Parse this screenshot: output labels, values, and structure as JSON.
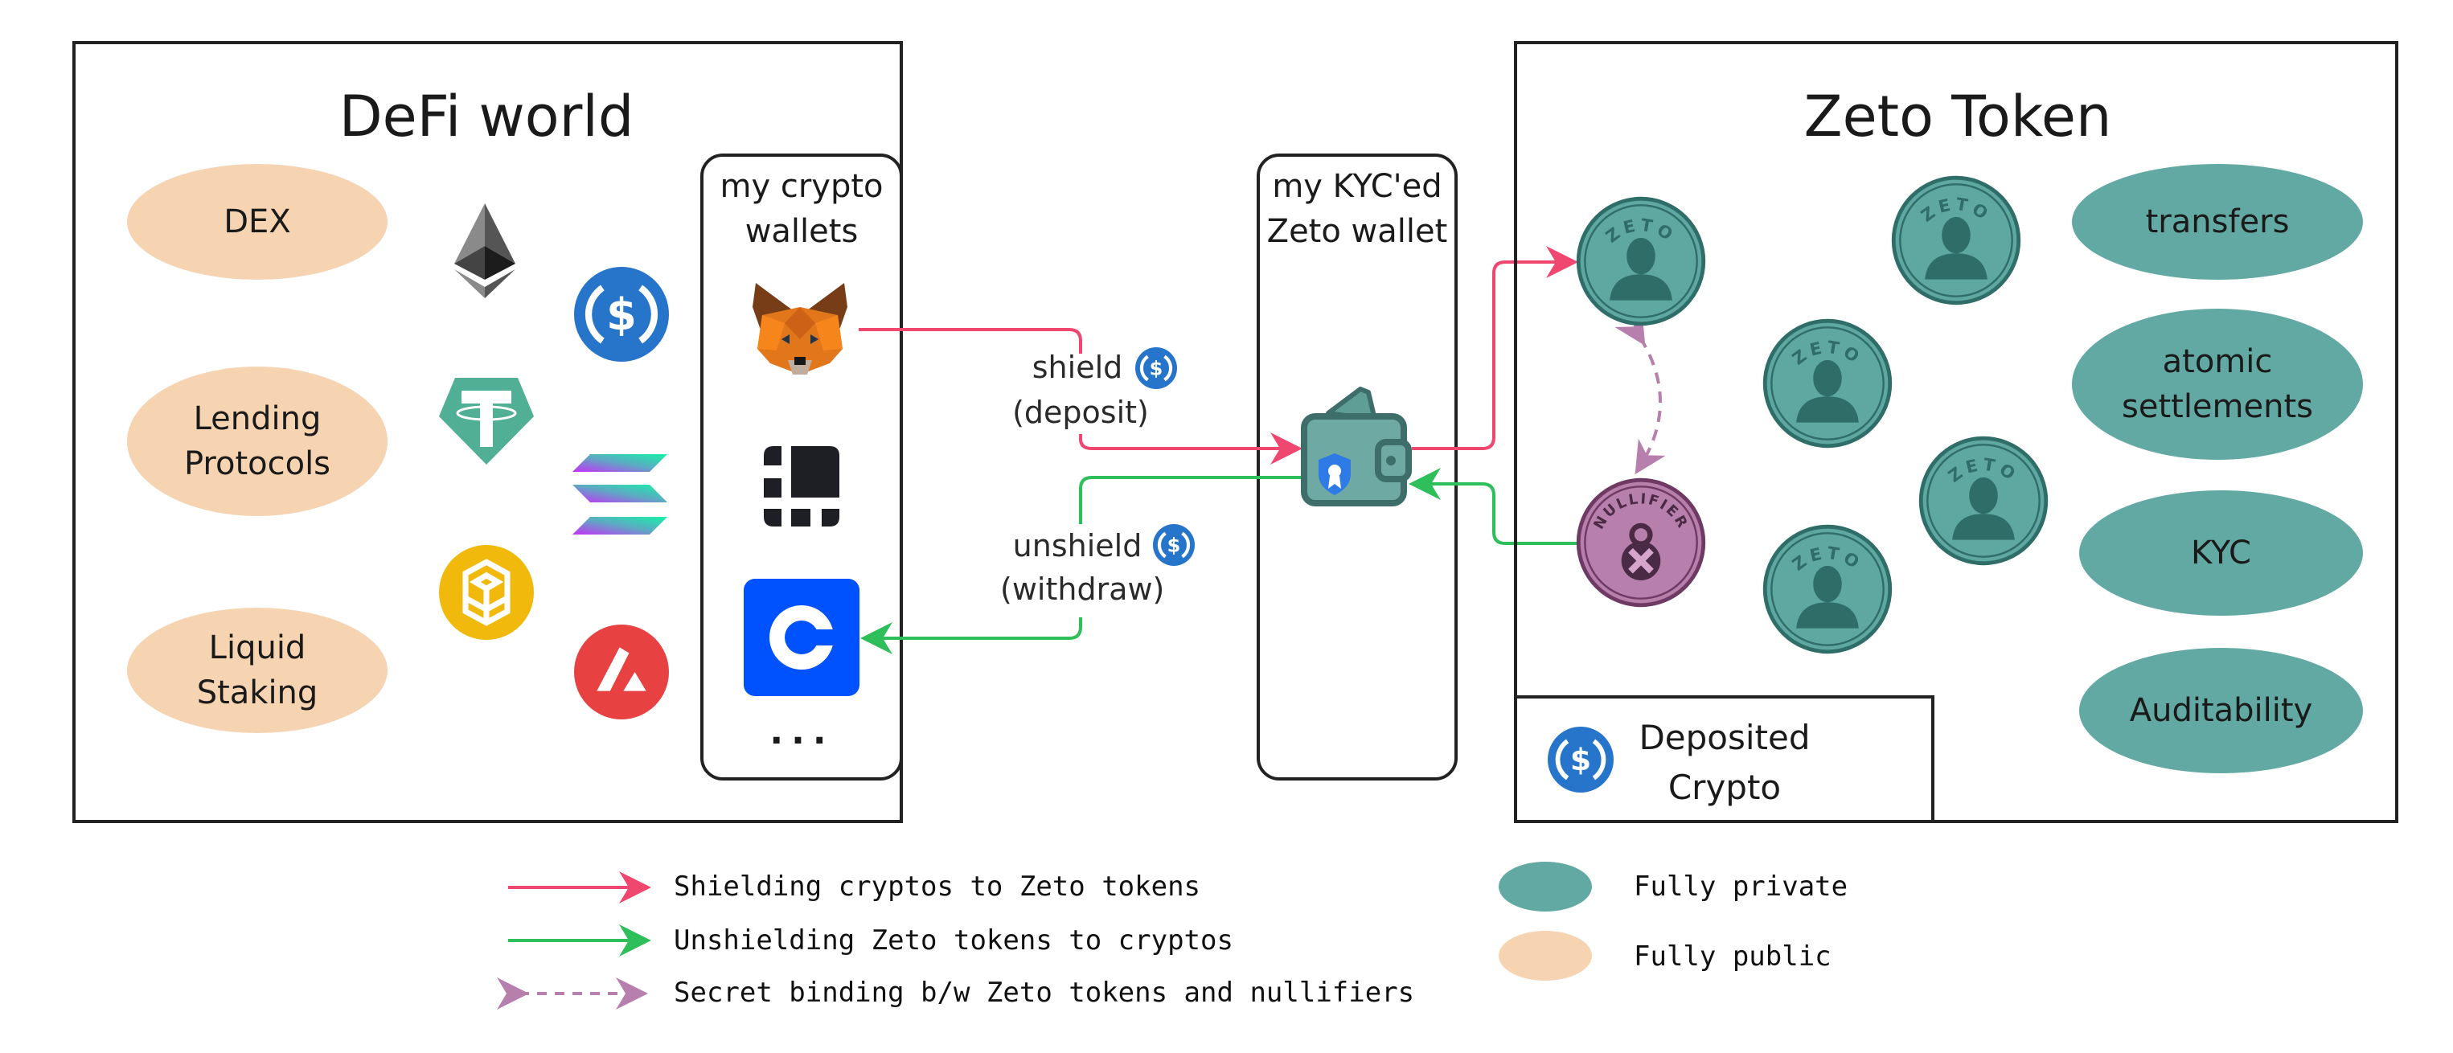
{
  "defi_world": {
    "title": "DeFi world",
    "protocols": [
      {
        "label": "DEX"
      },
      {
        "label": "Lending Protocols",
        "line1": "Lending",
        "line2": "Protocols"
      },
      {
        "label": "Liquid Staking",
        "line1": "Liquid",
        "line2": "Staking"
      }
    ],
    "tokens": [
      "ethereum-icon",
      "usdc-icon",
      "tether-icon",
      "solana-icon",
      "bnb-icon",
      "avalanche-icon"
    ],
    "wallets": {
      "title_line1": "my crypto",
      "title_line2": "wallets",
      "items": [
        "metamask-icon",
        "ledger-icon",
        "coinbase-wallet-icon"
      ],
      "more": "..."
    }
  },
  "kyc_wallet": {
    "title_line1": "my KYC'ed",
    "title_line2": "Zeto wallet"
  },
  "flows": {
    "shield": {
      "label": "shield",
      "sub": "(deposit)",
      "color": "#ef476f"
    },
    "unshield": {
      "label": "unshield",
      "sub": "(withdraw)",
      "color": "#2fbf5a"
    }
  },
  "zeto_token": {
    "title": "Zeto Token",
    "coin_text": "ZETO",
    "nullifier_text": "NULLIFIER",
    "features": [
      {
        "label": "transfers"
      },
      {
        "label": "atomic settlements",
        "line1": "atomic",
        "line2": "settlements"
      },
      {
        "label": "KYC"
      },
      {
        "label": "Auditability"
      }
    ],
    "deposited": {
      "line1": "Deposited",
      "line2": "Crypto"
    }
  },
  "legend": {
    "arrows": [
      {
        "label": "Shielding cryptos to Zeto tokens",
        "color": "#ef476f",
        "style": "solid"
      },
      {
        "label": "Unshielding Zeto tokens to cryptos",
        "color": "#2fbf5a",
        "style": "solid"
      },
      {
        "label": "Secret binding b/w Zeto tokens and nullifiers",
        "color": "#b77fab",
        "style": "dashed-bidirectional"
      }
    ],
    "fills": [
      {
        "label": "Fully private",
        "color": "#62a9a3"
      },
      {
        "label": "Fully public",
        "color": "#f6d4b2"
      }
    ]
  }
}
